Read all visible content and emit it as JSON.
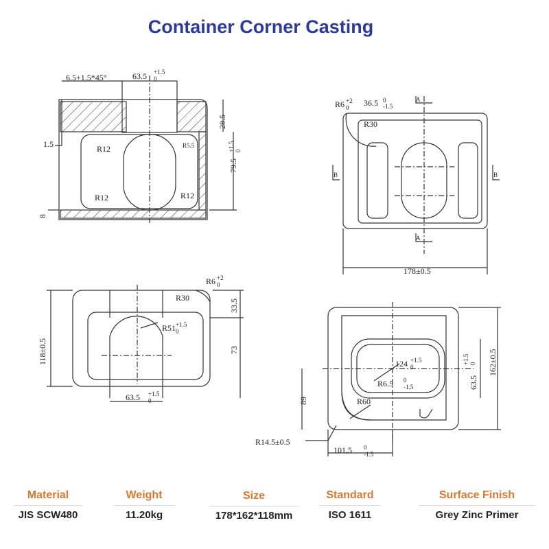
{
  "title": "Container Corner Casting",
  "colors": {
    "title": "#2b3a9c",
    "spec_label": "#d9772e",
    "line": "#333333"
  },
  "views": {
    "top_left": {
      "dim_chamfer": "6.5+1.5*45°",
      "dim_top": "63.5",
      "dim_top_tol": "+1.5",
      "dim_top_sub": "0",
      "dim_right_top": "28.5",
      "dim_right_main": "79.5",
      "dim_right_tol": "+1.5",
      "dim_right_sub": "0",
      "dim_left": "1.5",
      "dim_bottom": "8",
      "r_top_left": "R12",
      "r_top_right": "R5.5",
      "r_bottom_left": "R12",
      "r_bottom_right": "R12"
    },
    "top_right": {
      "dim_radius": "R6",
      "dim_radius_tol": "+2",
      "dim_radius_sub": "0",
      "dim_width": "36.5",
      "dim_width_tol": "0",
      "dim_width_sub": "-1.5",
      "r_corner": "R30",
      "section_a_top": "A",
      "section_a_bottom": "A",
      "section_b_left": "B",
      "section_b_right": "B",
      "dim_bottom": "178±0.5"
    },
    "bottom_left": {
      "dim_radius": "R6",
      "dim_radius_tol": "+2",
      "dim_radius_sub": "0",
      "r_corner": "R30",
      "r_inner": "R51",
      "r_inner_tol": "+1.5",
      "r_inner_sub": "0",
      "dim_height": "118±0.5",
      "dim_right_top": "33.5",
      "dim_right_bottom": "73",
      "dim_bottom": "63.5",
      "dim_bottom_tol": "+1.5",
      "dim_bottom_sub": "0"
    },
    "bottom_right": {
      "dim_height": "162±0.5",
      "dim_inner_width": "124",
      "dim_inner_width_tol": "+1.5",
      "dim_inner_width_sub": "0",
      "dim_inner_height": "63.5",
      "dim_inner_height_tol": "+1.5",
      "dim_inner_height_sub": "0",
      "r_slot": "R6.5",
      "r_slot_tol": "0",
      "r_slot_sub": "-1.5",
      "r_corner": "R60",
      "dim_left": "89",
      "r_bottom": "R14.5±0.5",
      "dim_bottom": "101.5",
      "dim_bottom_tol": "0",
      "dim_bottom_sub": "-1.5"
    }
  },
  "specs": [
    {
      "label": "Material",
      "value": "JIS SCW480"
    },
    {
      "label": "Weight",
      "value": "11.20kg"
    },
    {
      "label": "Size",
      "value": "178*162*118mm"
    },
    {
      "label": "Standard",
      "value": "ISO 1611"
    },
    {
      "label": "Surface Finish",
      "value": "Grey Zinc Primer"
    }
  ]
}
